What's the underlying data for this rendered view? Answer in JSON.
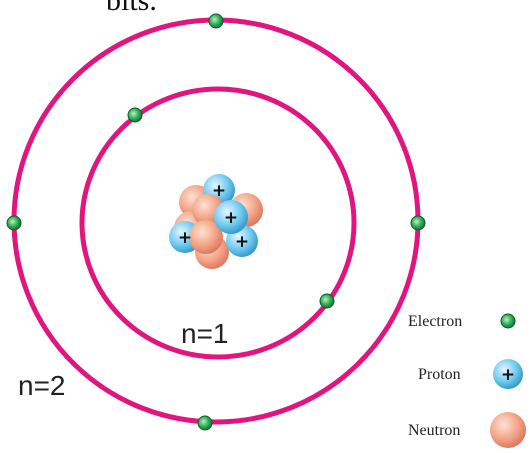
{
  "heading": "bits.",
  "orbits": [
    {
      "label": "n=1"
    },
    {
      "label": "n=2"
    }
  ],
  "colors": {
    "orbit": "#e0157f",
    "electron": "#1f9a4a",
    "proton": "#5ec3ea",
    "neutron": "#f3a184"
  },
  "legend": {
    "electron": "Electron",
    "proton": "Proton",
    "neutron": "Neutron"
  },
  "nucleus": {
    "proton_symbol": "+",
    "protons": 4,
    "neutrons": 4
  }
}
